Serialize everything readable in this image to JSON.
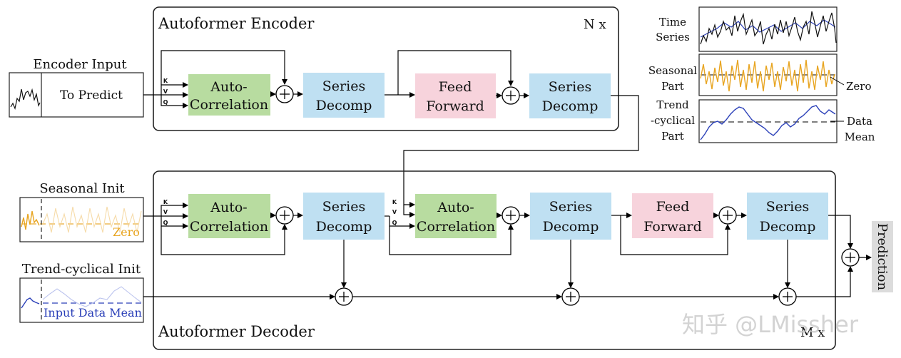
{
  "encoder": {
    "title": "Autoformer Encoder",
    "repeat": "N x",
    "input_label": "Encoder Input",
    "input_box_text": "To Predict",
    "qkv": [
      "K",
      "V",
      "Q"
    ],
    "autocorr": [
      "Auto-",
      "Correlation"
    ],
    "decomp1": [
      "Series",
      "Decomp"
    ],
    "ff": [
      "Feed",
      "Forward"
    ],
    "decomp2": [
      "Series",
      "Decomp"
    ]
  },
  "decoder": {
    "title": "Autoformer Decoder",
    "repeat": "M x",
    "seasonal_init_label": "Seasonal Init",
    "seasonal_zero": "Zero",
    "trend_init_label": "Trend-cyclical Init",
    "trend_mean": "Input Data Mean",
    "qkv1": [
      "K",
      "V",
      "Q"
    ],
    "qkv2": [
      "K",
      "V",
      "Q"
    ],
    "autocorr1": [
      "Auto-",
      "Correlation"
    ],
    "decomp1": [
      "Series",
      "Decomp"
    ],
    "autocorr2": [
      "Auto-",
      "Correlation"
    ],
    "decomp2": [
      "Series",
      "Decomp"
    ],
    "ff": [
      "Feed",
      "Forward"
    ],
    "decomp3": [
      "Series",
      "Decomp"
    ],
    "prediction": "Prediction"
  },
  "legend": {
    "time_series": [
      "Time",
      "Series"
    ],
    "seasonal": [
      "Seasonal",
      "Part"
    ],
    "zero": "Zero",
    "trend": [
      "Trend",
      "-cyclical",
      "Part"
    ],
    "data_mean": [
      "Data",
      "Mean"
    ]
  },
  "watermark": "知乎 @LMissher",
  "colors": {
    "autocorr": "#b8dca0",
    "decomp": "#bfe0f2",
    "ff": "#f7d3dc",
    "seasonal_line": "#e8a521",
    "trend_line": "#2a3fb8"
  }
}
